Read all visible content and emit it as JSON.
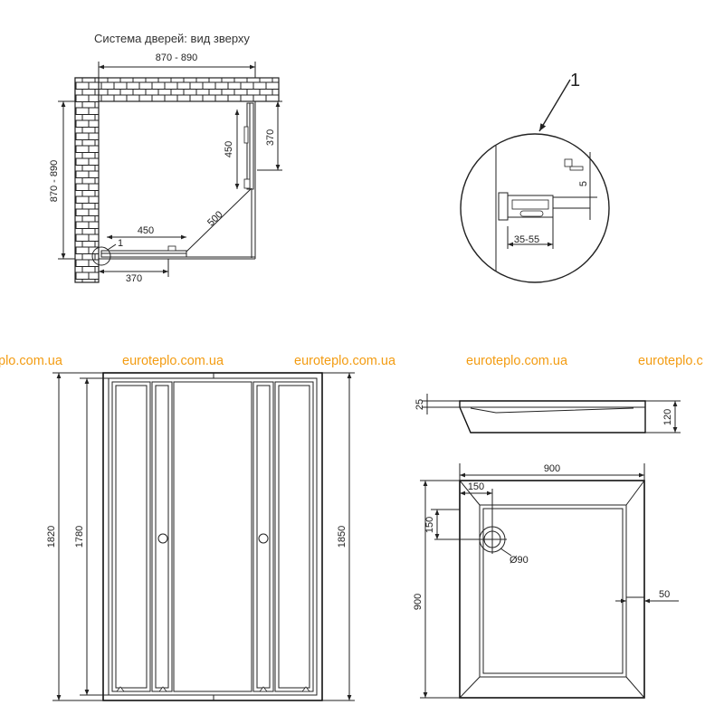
{
  "plan": {
    "title": "Система дверей: вид зверху",
    "dims": {
      "top_width": "870 - 890",
      "left_height": "870 - 890",
      "door_h_450": "450",
      "door_h_370": "370",
      "bottom_450": "450",
      "bottom_370": "370",
      "diagonal_500": "500",
      "callout": "1"
    }
  },
  "detail": {
    "callout": "1",
    "dim_range": "35-55",
    "dim_5": "5"
  },
  "watermark": {
    "text": "euroteplo.com.ua",
    "partial_left": "plo.com.ua",
    "partial_right": "euroteplo.c"
  },
  "front": {
    "dims": {
      "left_outer": "1820",
      "left_inner": "1780",
      "right": "1850"
    }
  },
  "tray_side": {
    "dims": {
      "lip": "25",
      "height": "120"
    }
  },
  "tray_top": {
    "dims": {
      "width": "900",
      "height": "900",
      "drain_x": "150",
      "drain_y": "150",
      "drain_dia": "Ø90",
      "rim": "50"
    }
  }
}
